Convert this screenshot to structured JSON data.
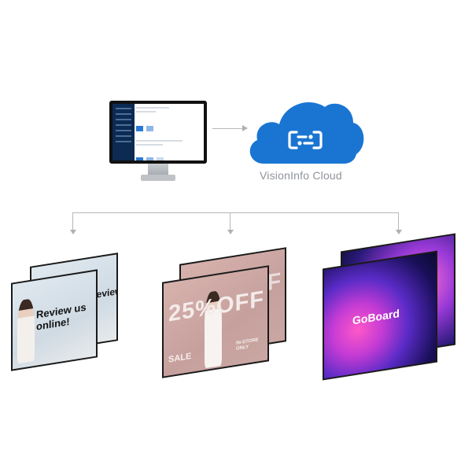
{
  "cloud": {
    "label": "VisionInfo Cloud",
    "color": "#1a75d2"
  },
  "monitor": {
    "sidebar_color": "#0c2a52",
    "accent_color": "#2a7ad5"
  },
  "displays": {
    "review": {
      "title": "Review us online!"
    },
    "sale": {
      "headline": "25%OFF",
      "sale_label": "SALE",
      "store_label": "IN-STORE ONLY"
    },
    "goboard": {
      "brand": "GoBoard"
    }
  },
  "connector_color": "#b7b7b7"
}
